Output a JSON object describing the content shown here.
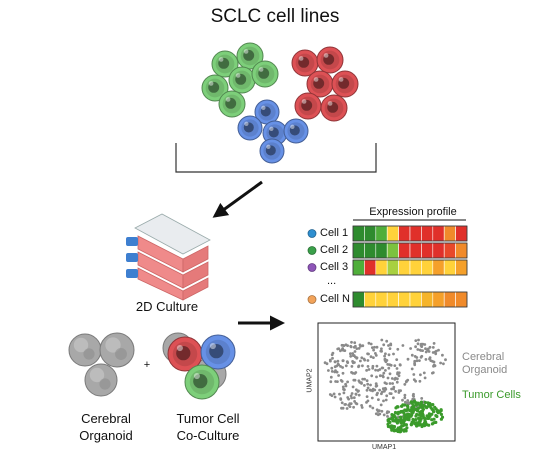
{
  "title": "SCLC cell lines",
  "labels": {
    "culture_2d": "2D Culture",
    "cerebral_organoid": "Cerebral\nOrganoid",
    "tumor_coculture": "Tumor Cell\nCo-Culture",
    "plus": "+"
  },
  "expression": {
    "header": "Expression profile",
    "rows": [
      {
        "label": "Cell 1",
        "dot_color": "#2f8fd0",
        "cells": [
          "#2e8b2e",
          "#2e8b2e",
          "#4fae3a",
          "#ffd23a",
          "#e0302a",
          "#e0302a",
          "#e0302a",
          "#e0302a",
          "#f08a2a",
          "#e0302a"
        ]
      },
      {
        "label": "Cell 2",
        "dot_color": "#3aa04a",
        "cells": [
          "#2e8b2e",
          "#2e8b2e",
          "#2e8b2e",
          "#7cc23e",
          "#e0302a",
          "#e0302a",
          "#e0302a",
          "#e0302a",
          "#e8482a",
          "#f08a2a"
        ]
      },
      {
        "label": "Cell 3",
        "dot_color": "#8e55b8",
        "cells": [
          "#4fae3a",
          "#e0302a",
          "#ffd23a",
          "#a8d040",
          "#ffd23a",
          "#ffd23a",
          "#ffd23a",
          "#f5a02a",
          "#ffd23a",
          "#f5a02a"
        ]
      },
      {
        "label": "Cell N",
        "dot_color": "#f2a35a",
        "cells": [
          "#2e8b2e",
          "#ffd23a",
          "#ffd23a",
          "#ffd23a",
          "#ffd23a",
          "#ffd23a",
          "#f5b42a",
          "#f5a02a",
          "#f08a2a",
          "#f08a2a"
        ]
      }
    ],
    "ellipsis": "..."
  },
  "umap": {
    "xlabel": "UMAP1",
    "ylabel": "UMAP2",
    "legend": [
      {
        "label": "Cerebral\nOrganoid",
        "color": "#8a8a8a"
      },
      {
        "label": "Tumor Cells",
        "color": "#3a9a2a"
      }
    ]
  },
  "colors": {
    "green_cells": "#6db46a",
    "red_cells": "#c0464a",
    "blue_cells": "#5a7ec8",
    "organoid_grey": "#a8a8a8",
    "flask_pink": "#ef8a8a",
    "flask_cap": "#3e7fd0"
  }
}
